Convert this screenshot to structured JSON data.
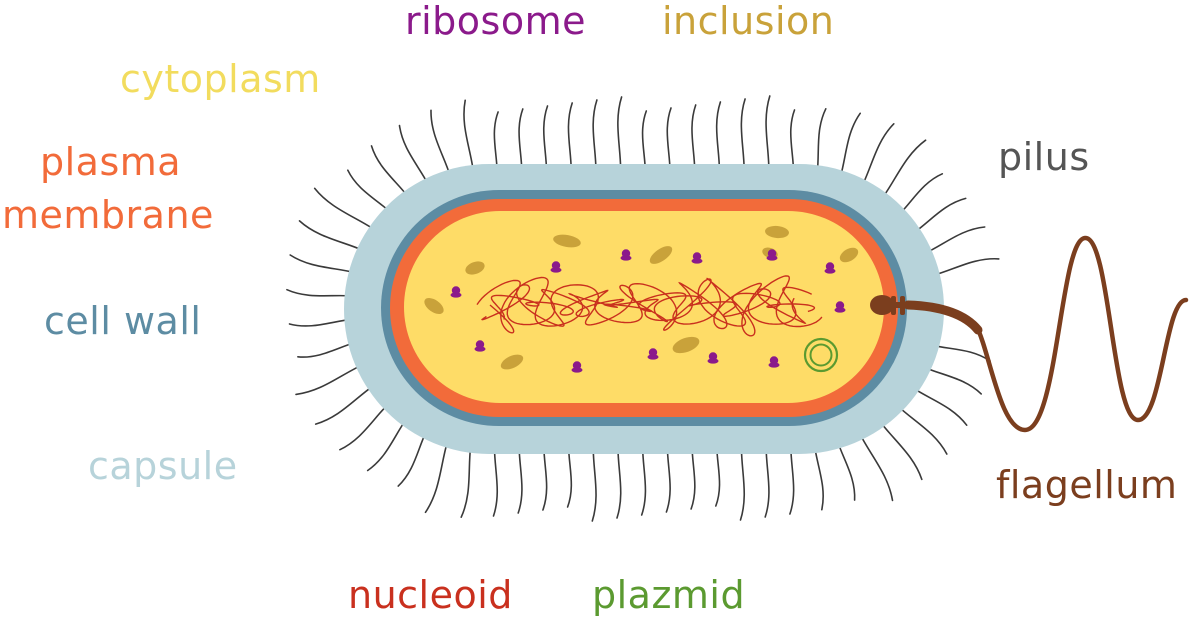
{
  "labels": {
    "ribosome": "ribosome",
    "inclusion": "inclusion",
    "cytoplasm": "cytoplasm",
    "plasma": "plasma",
    "membrane": "membrane",
    "cell_wall": "cell wall",
    "capsule": "capsule",
    "pilus": "pilus",
    "flagellum": "flagellum",
    "nucleoid": "nucleoid",
    "plazmid": "plazmid"
  },
  "colors": {
    "ribosome": "#8b1a8b",
    "inclusion": "#c9a23a",
    "cytoplasm": "#f2dc5e",
    "plasma_membrane": "#f26b3a",
    "cell_wall": "#5d8ca3",
    "capsule": "#b7d3da",
    "pilus": "#555555",
    "flagellum": "#7b3e1e",
    "nucleoid": "#c9301e",
    "plazmid": "#5b9a30"
  }
}
